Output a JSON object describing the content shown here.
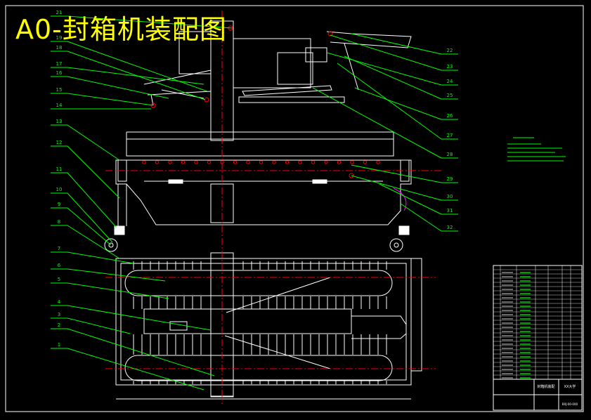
{
  "drawing": {
    "title": "A0-封箱机装配图",
    "balloons_left": [
      "21",
      "19",
      "18",
      "17",
      "16",
      "15",
      "14",
      "13",
      "12",
      "11",
      "10",
      "9",
      "8",
      "7",
      "6",
      "5",
      "4",
      "3",
      "2",
      "1"
    ],
    "balloons_right": [
      "22",
      "23",
      "24",
      "25",
      "26",
      "27",
      "28",
      "29",
      "30",
      "31",
      "32"
    ],
    "title_block": {
      "part_name": "封箱机装配",
      "school": "XX大学",
      "drawing_no": "BXJ-00-000"
    }
  },
  "colors": {
    "background": "#000000",
    "outline": "#ffffff",
    "leader": "#00ff00",
    "centerline": "#ff0000",
    "title": "#ffff00",
    "accent": "#ff00ff"
  }
}
